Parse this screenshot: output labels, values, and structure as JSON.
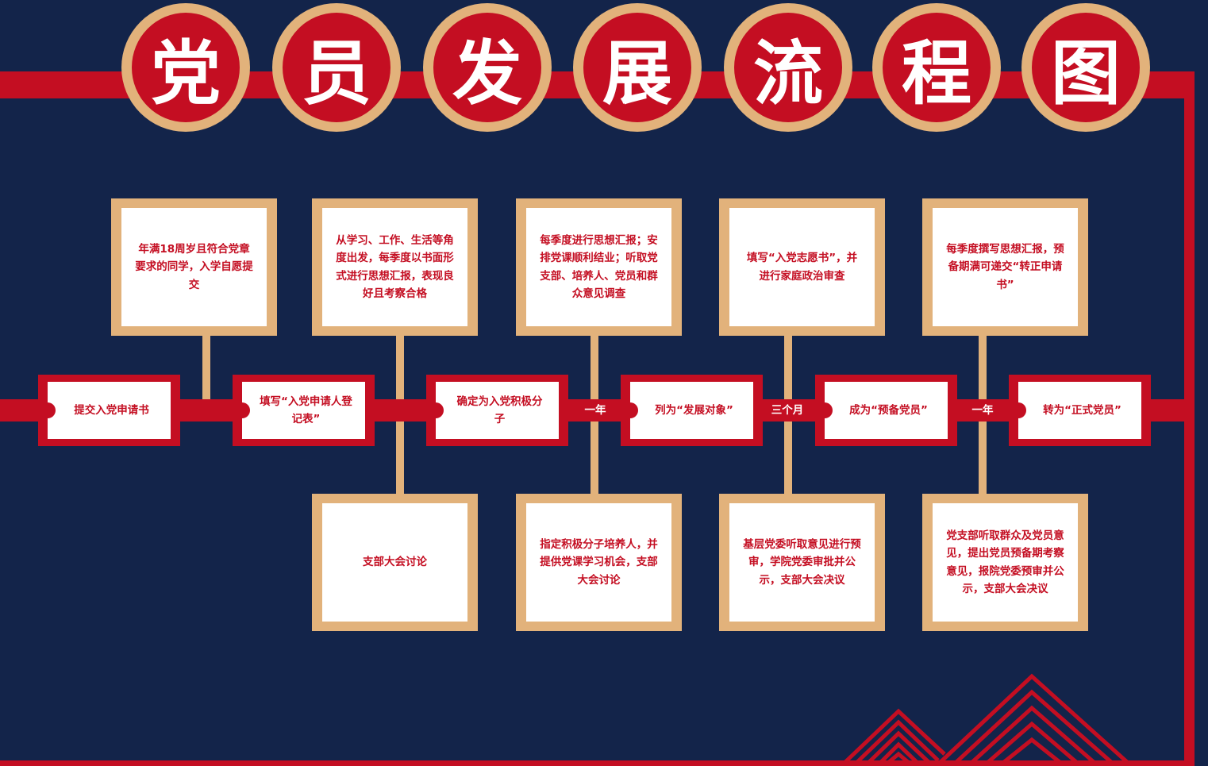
{
  "title_chars": [
    "党",
    "员",
    "发",
    "展",
    "流",
    "程",
    "图"
  ],
  "steps": [
    "提交入党申请书",
    "填写“入党申请人登记表”",
    "确定为入党积极分子",
    "列为“发展对象”",
    "成为“预备党员”",
    "转为“正式党员”"
  ],
  "intervals": [
    "一年",
    "三个月",
    "一年"
  ],
  "top_notes": [
    "年满18周岁且符合党章要求的同学，入学自愿提交",
    "从学习、工作、生活等角度出发，每季度以书面形式进行思想汇报，表现良好且考察合格",
    "每季度进行思想汇报；安排党课顺利结业；听取党支部、培养人、党员和群众意见调查",
    "填写“入党志愿书”，并进行家庭政治审查",
    "每季度撰写思想汇报，预备期满可递交“转正申请书”"
  ],
  "bottom_notes": [
    "支部大会讨论",
    "指定积极分子培养人，并提供党课学习机会，支部大会讨论",
    "基层党委听取意见进行预审，学院党委审批并公示，支部大会决议",
    "党支部听取群众及党员意见，提出党员预备期考察意见，报院党委预审并公示，支部大会决议"
  ],
  "colors": {
    "background": "#13244a",
    "red": "#c40e22",
    "tan": "#e2b27b"
  }
}
